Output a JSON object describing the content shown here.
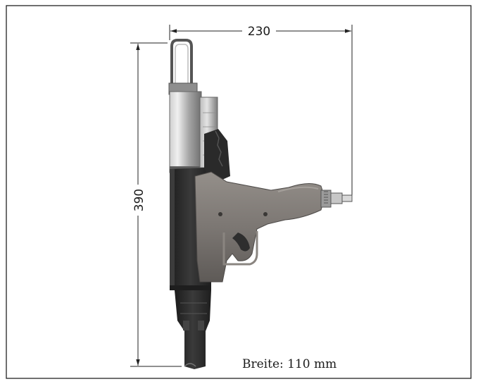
{
  "drawing": {
    "width_label": "230",
    "height_label": "390",
    "note": "Breite: 110 mm"
  },
  "colors": {
    "frame": "#222222",
    "dimension_line": "#222222",
    "tool_body_dark": "#2b2b2b",
    "tool_grip": "#7e7b78",
    "tool_cylinder": "#a9a9a9"
  }
}
